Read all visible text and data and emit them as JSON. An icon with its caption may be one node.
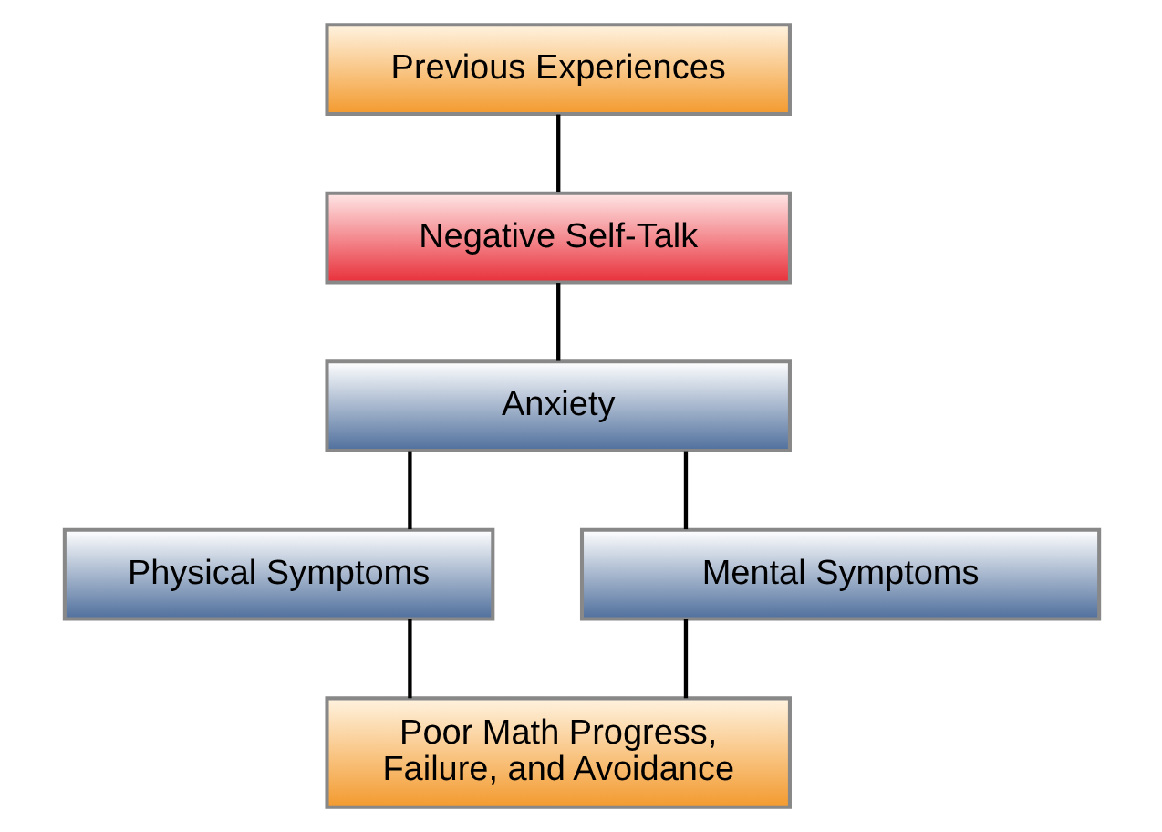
{
  "diagram": {
    "nodes": [
      {
        "text": [
          "Previous Experiences"
        ]
      },
      {
        "text": [
          "Negative Self-Talk"
        ]
      },
      {
        "text": [
          "Anxiety"
        ]
      },
      {
        "text": [
          "Physical Symptoms"
        ]
      },
      {
        "text": [
          "Mental Symptoms"
        ]
      },
      {
        "text": [
          "Poor Math Progress, Failure, and Avoidance"
        ]
      }
    ],
    "edges": [
      {
        "from": 0,
        "to": 1,
        "arrow": "none"
      },
      {
        "from": 1,
        "to": 2,
        "arrow": "none"
      },
      {
        "from": 2,
        "to": 3,
        "arrow": "none"
      },
      {
        "from": 2,
        "to": 4,
        "arrow": "none"
      },
      {
        "from": 3,
        "to": 5,
        "arrow": "none"
      },
      {
        "from": 4,
        "to": 5,
        "arrow": "none"
      }
    ]
  }
}
